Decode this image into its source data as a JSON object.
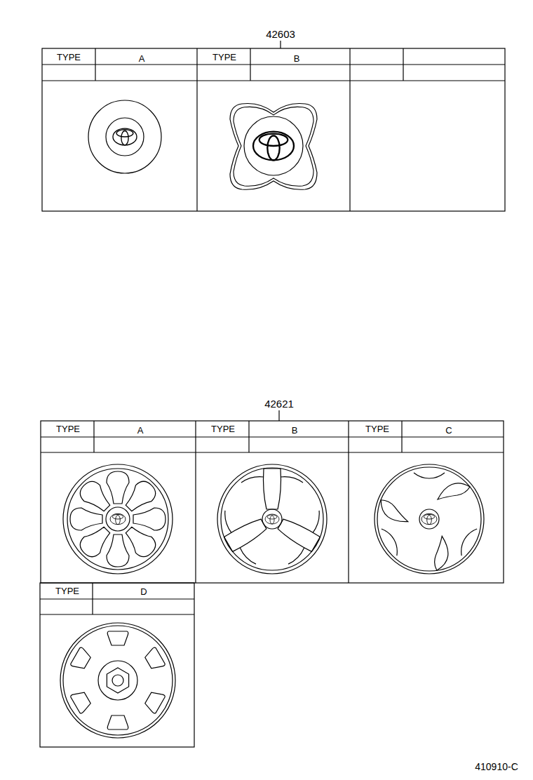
{
  "diagram": {
    "labels": [
      "42603",
      "TYPE",
      "A",
      "TYPE",
      "B",
      "42621",
      "TYPE",
      "A",
      "TYPE",
      "B",
      "TYPE",
      "C",
      "TYPE",
      "D",
      "410910-C"
    ]
  }
}
